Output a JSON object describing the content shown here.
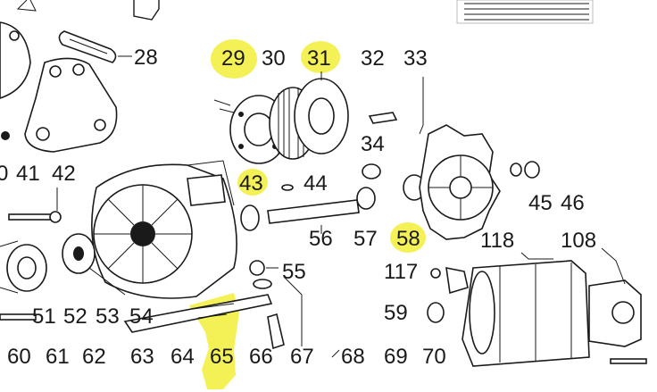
{
  "diagram": {
    "highlight_color": "#f2ee3a",
    "line_color": "#1a1a1a",
    "background": "#ffffff",
    "part_numbers": [
      "28",
      "29",
      "30",
      "31",
      "32",
      "33",
      "34",
      "0",
      "41",
      "42",
      "43",
      "44",
      "45",
      "46",
      "56",
      "57",
      "58",
      "118",
      "108",
      "55",
      "117",
      "59",
      "51",
      "52",
      "53",
      "54",
      "60",
      "61",
      "62",
      "63",
      "64",
      "65",
      "66",
      "67",
      "68",
      "69",
      "70"
    ],
    "highlighted_numbers": [
      "29",
      "31",
      "43",
      "58",
      "65"
    ]
  }
}
